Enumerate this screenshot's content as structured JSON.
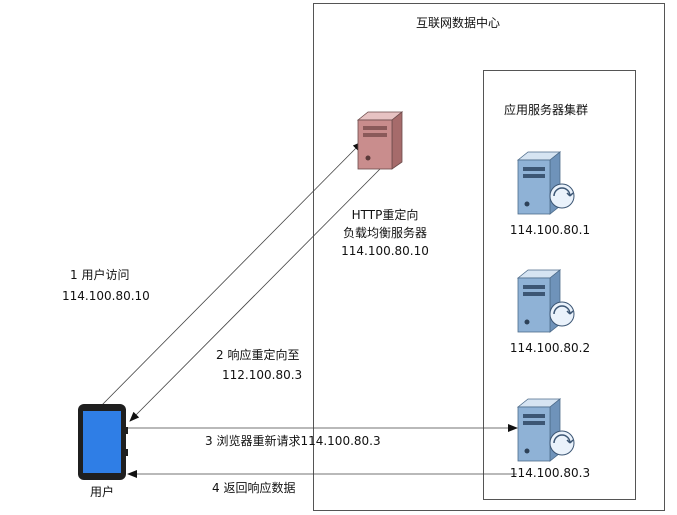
{
  "datacenter": {
    "title": "互联网数据中心"
  },
  "app_cluster": {
    "title": "应用服务器集群"
  },
  "load_balancer": {
    "line1": "HTTP重定向",
    "line2": "负载均衡服务器",
    "ip": "114.100.80.10"
  },
  "app_servers": [
    {
      "ip": "114.100.80.1"
    },
    {
      "ip": "114.100.80.2"
    },
    {
      "ip": "114.100.80.3"
    }
  ],
  "user": {
    "label": "用户"
  },
  "steps": {
    "s1_title": "1 用户访问",
    "s1_ip": "114.100.80.10",
    "s2_title": "2 响应重定向至",
    "s2_ip": "112.100.80.3",
    "s3": "3 浏览器重新请求114.100.80.3",
    "s4": "4 返回响应数据"
  },
  "colors": {
    "lb_server": "#c98d8d",
    "app_server": "#8fb2d6",
    "phone_screen": "#2f7ee6",
    "border": "#555555"
  }
}
